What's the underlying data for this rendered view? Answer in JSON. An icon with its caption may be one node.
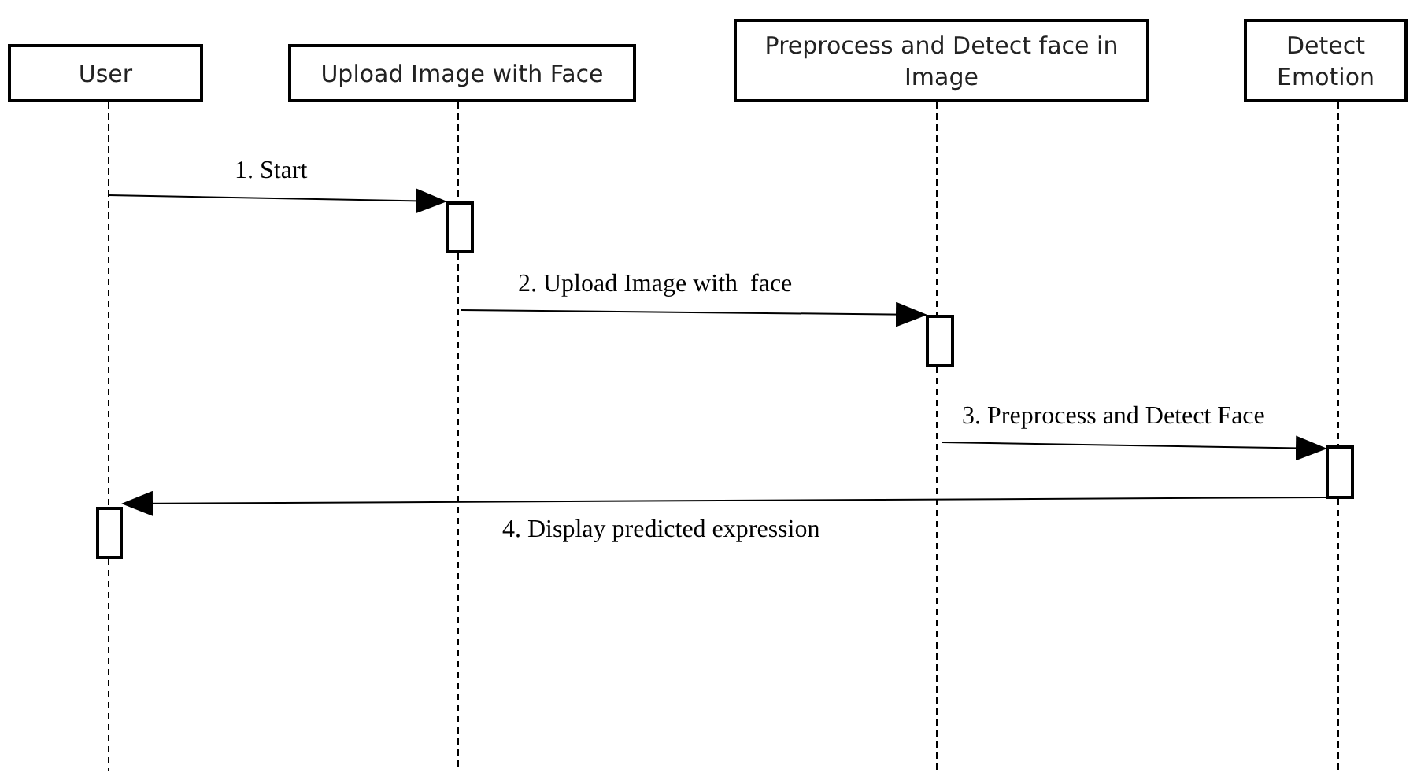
{
  "diagram": {
    "nodes": [
      {
        "text": [
          "User"
        ]
      },
      {
        "text": [
          "Upload Image with Face"
        ]
      },
      {
        "text": [
          "Preprocess and Detect face in Image"
        ]
      },
      {
        "text": [
          "Detect Emotion"
        ]
      },
      {
        "text": [],
        "shape": "bar"
      },
      {
        "text": [],
        "shape": "bar"
      },
      {
        "text": [],
        "shape": "bar"
      },
      {
        "text": [],
        "shape": "bar"
      }
    ],
    "edges": [
      {
        "from": 0,
        "to": 7,
        "arrow": "none",
        "style": "dashed"
      },
      {
        "from": 1,
        "to": 4,
        "arrow": "none",
        "style": "dashed"
      },
      {
        "from": 2,
        "to": 5,
        "arrow": "none",
        "style": "dashed"
      },
      {
        "from": 3,
        "to": 6,
        "arrow": "none",
        "style": "dashed"
      },
      {
        "from": 0,
        "to": 4,
        "arrow": "to",
        "label": "1. Start"
      },
      {
        "from": null,
        "to": 5,
        "arrow": "to",
        "label": "2. Upload Image with  face"
      },
      {
        "from": null,
        "to": 6,
        "arrow": "to",
        "label": "3. Preprocess and Detect Face"
      },
      {
        "from": 6,
        "to": 7,
        "arrow": "to",
        "label": "4. Display predicted expression"
      }
    ]
  }
}
